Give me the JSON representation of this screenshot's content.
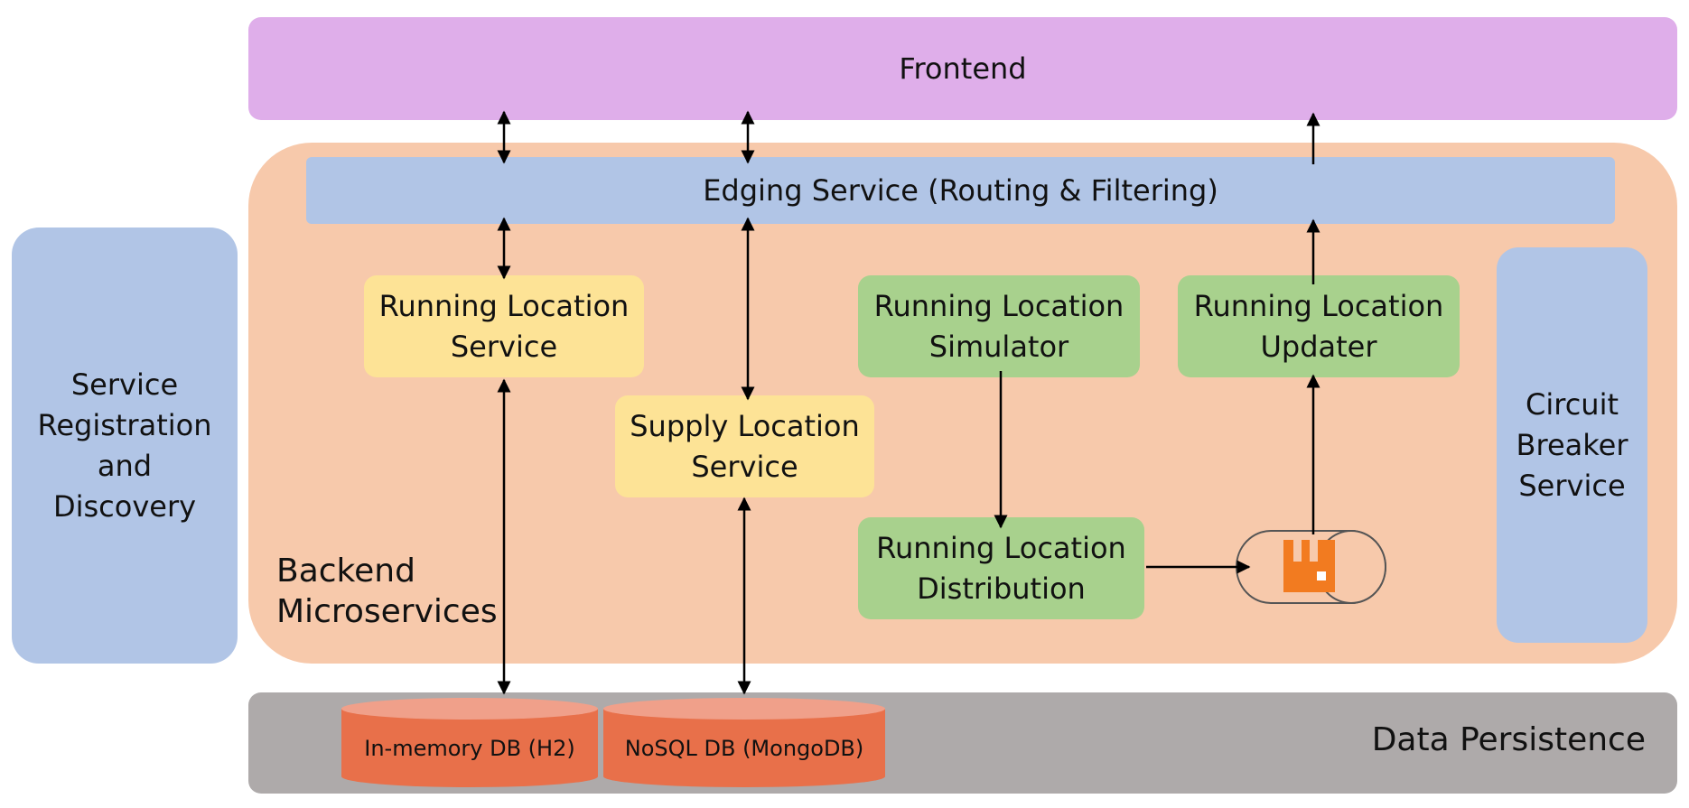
{
  "frontend": {
    "label": "Frontend"
  },
  "edging": {
    "label": "Edging Service (Routing & Filtering)"
  },
  "registry": {
    "line1": "Service",
    "line2": "Registration",
    "line3": "and",
    "line4": "Discovery"
  },
  "backend": {
    "line1": "Backend",
    "line2": "Microservices"
  },
  "services": {
    "running_location_service": {
      "line1": "Running Location",
      "line2": "Service"
    },
    "supply_location_service": {
      "line1": "Supply Location",
      "line2": "Service"
    },
    "simulator": {
      "line1": "Running Location",
      "line2": "Simulator"
    },
    "updater": {
      "line1": "Running Location",
      "line2": "Updater"
    },
    "distribution": {
      "line1": "Running Location",
      "line2": "Distribution"
    }
  },
  "circuit_breaker": {
    "line1": "Circuit",
    "line2": "Breaker",
    "line3": "Service"
  },
  "persistence": {
    "label": "Data Persistence",
    "db1": "In-memory DB (H2)",
    "db2": "NoSQL DB (MongoDB)"
  },
  "colors": {
    "frontend": "#dfaeea",
    "backend": "#f7c9ab",
    "blue": "#b1c5e6",
    "yellow": "#fde396",
    "green": "#a8d18d",
    "persistence": "#aeaaaa",
    "db": "#e8704a",
    "queue_icon": "#f27b20"
  },
  "icons": {
    "queue": "message-queue-icon"
  }
}
